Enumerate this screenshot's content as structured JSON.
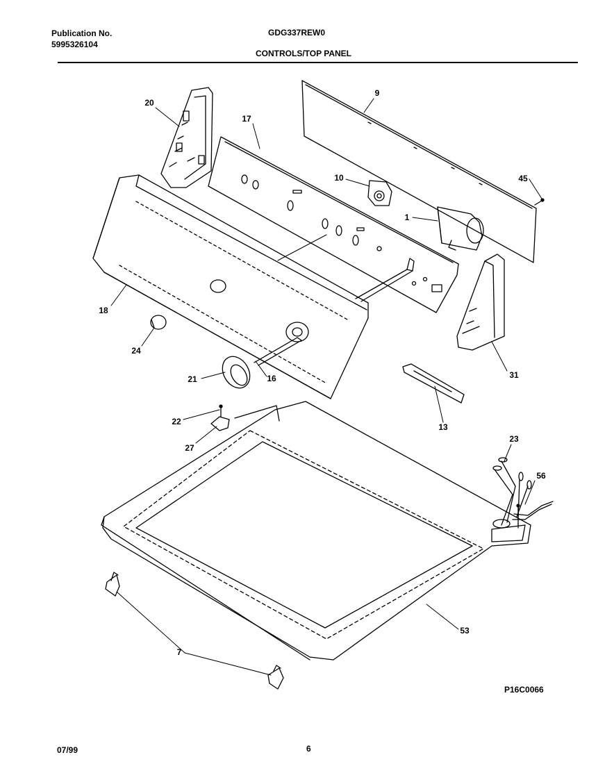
{
  "header": {
    "publication_label": "Publication No.",
    "publication_number": "5995326104",
    "model": "GDG337REW0",
    "section_title": "CONTROLS/TOP PANEL"
  },
  "callouts": {
    "c1": "1",
    "c7": "7",
    "c9": "9",
    "c10": "10",
    "c13": "13",
    "c16": "16",
    "c17": "17",
    "c18": "18",
    "c20": "20",
    "c21": "21",
    "c22": "22",
    "c23": "23",
    "c24": "24",
    "c27": "27",
    "c31": "31",
    "c45": "45",
    "c53": "53",
    "c56": "56"
  },
  "footer": {
    "figure_id": "P16C0066",
    "date": "07/99",
    "page": "6"
  }
}
